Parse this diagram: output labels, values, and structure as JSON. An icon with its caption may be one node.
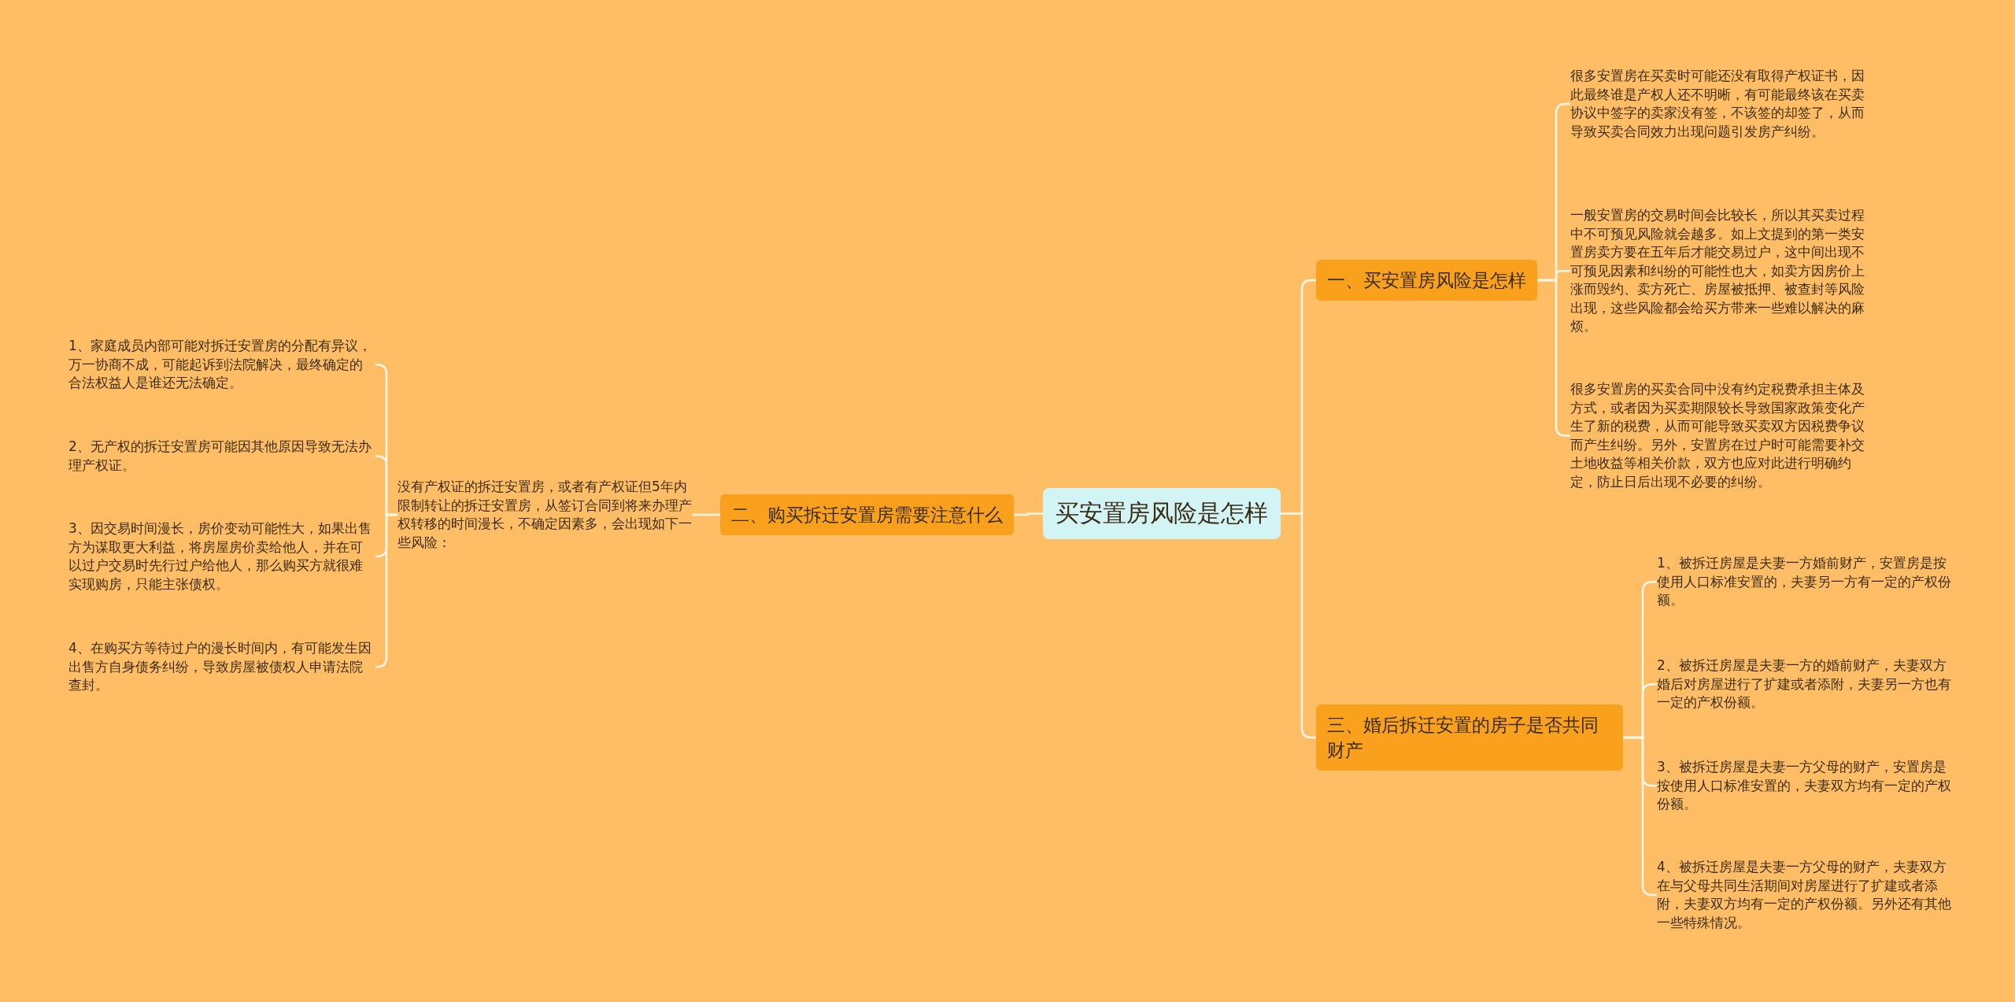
{
  "diagram": {
    "nodes": [
      {
        "text": [
          "买安置房风险是怎样"
        ]
      },
      {
        "text": [
          "一、买安置房风险是怎样"
        ]
      },
      {
        "text": [
          "很多安置房在买卖时可能还没有取得产权证书，因此最终谁是产权人还不明晰，有可能最终该在买卖协议中签字的卖家没有签，不该签的却签了，从而导致买卖合同效力出现问题引发房产纠纷。"
        ]
      },
      {
        "text": [
          "一般安置房的交易时间会比较长，所以其买卖过程中不可预见风险就会越多。如上文提到的第一类安置房卖方要在五年后才能交易过户，这中间出现不可预见因素和纠纷的可能性也大，如卖方因房价上涨而毁约、卖方死亡、房屋被抵押、被查封等风险出现，这些风险都会给买方带来一些难以解决的麻烦。"
        ]
      },
      {
        "text": [
          "很多安置房的买卖合同中没有约定税费承担主体及方式，或者因为买卖期限较长导致国家政策变化产生了新的税费，从而可能导致买卖双方因税费争议而产生纠纷。另外，安置房在过户时可能需要补交土地收益等相关价款，双方也应对此进行明确约定，防止日后出现不必要的纠纷。"
        ]
      },
      {
        "text": [
          "二、购买拆迁安置房需要注意什么"
        ]
      },
      {
        "text": [
          "没有产权证的拆迁安置房，或者有产权证但5年内限制转让的拆迁安置房，从签订合同到将来办理产权转移的时间漫长，不确定因素多，会出现如下一些风险："
        ]
      },
      {
        "text": [
          "1、家庭成员内部可能对拆迁安置房的分配有异议，万一协商不成，可能起诉到法院解决，最终确定的合法权益人是谁还无法确定。"
        ]
      },
      {
        "text": [
          "2、无产权的拆迁安置房可能因其他原因导致无法办理产权证。"
        ]
      },
      {
        "text": [
          "3、因交易时间漫长，房价变动可能性大，如果出售方为谋取更大利益，将房屋房价卖给他人，并在可以过户交易时先行过户给他人，那么购买方就很难实现购房，只能主张债权。"
        ]
      },
      {
        "text": [
          "4、在购买方等待过户的漫长时间内，有可能发生因出售方自身债务纠纷，导致房屋被债权人申请法院查封。"
        ]
      },
      {
        "text": [
          "三、婚后拆迁安置的房子是否共同财产"
        ]
      },
      {
        "text": [
          "1、被拆迁房屋是夫妻一方婚前财产，安置房是按使用人口标准安置的，夫妻另一方有一定的产权份额。"
        ]
      },
      {
        "text": [
          "2、被拆迁房屋是夫妻一方的婚前财产，夫妻双方婚后对房屋进行了扩建或者添附，夫妻另一方也有一定的产权份额。"
        ]
      },
      {
        "text": [
          "3、被拆迁房屋是夫妻一方父母的财产，安置房是按使用人口标准安置的，夫妻双方均有一定的产权份额。"
        ]
      },
      {
        "text": [
          "4、被拆迁房屋是夫妻一方父母的财产，夫妻双方在与父母共同生活期间对房屋进行了扩建或者添附，夫妻双方均有一定的产权份额。另外还有其他一些特殊情况。"
        ]
      }
    ],
    "edges": [
      {
        "from": 0,
        "to": 1,
        "arrow": "none"
      },
      {
        "from": 1,
        "to": 2,
        "arrow": "none"
      },
      {
        "from": 1,
        "to": 3,
        "arrow": "none"
      },
      {
        "from": 1,
        "to": 4,
        "arrow": "none"
      },
      {
        "from": 0,
        "to": 5,
        "arrow": "none"
      },
      {
        "from": 5,
        "to": 6,
        "arrow": "none"
      },
      {
        "from": 6,
        "to": 7,
        "arrow": "none"
      },
      {
        "from": 6,
        "to": 8,
        "arrow": "none"
      },
      {
        "from": 6,
        "to": 9,
        "arrow": "none"
      },
      {
        "from": 6,
        "to": 10,
        "arrow": "none"
      },
      {
        "from": 0,
        "to": 11,
        "arrow": "none"
      },
      {
        "from": 11,
        "to": 12,
        "arrow": "none"
      },
      {
        "from": 11,
        "to": 13,
        "arrow": "none"
      },
      {
        "from": 11,
        "to": 14,
        "arrow": "none"
      },
      {
        "from": 11,
        "to": 15,
        "arrow": "none"
      }
    ]
  }
}
